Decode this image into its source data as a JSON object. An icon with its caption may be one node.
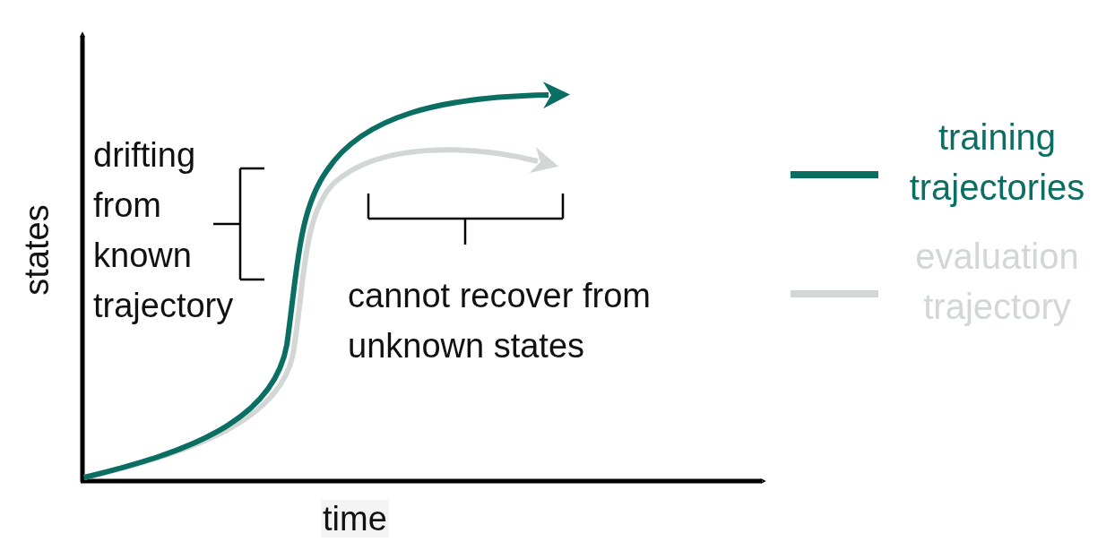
{
  "diagram": {
    "labels": [
      "states",
      "time",
      "drifting from known trajectory",
      "cannot recover from unknown states"
    ],
    "legend": [
      {
        "text": "training trajectories"
      },
      {
        "text": "evaluation trajectory"
      }
    ]
  }
}
